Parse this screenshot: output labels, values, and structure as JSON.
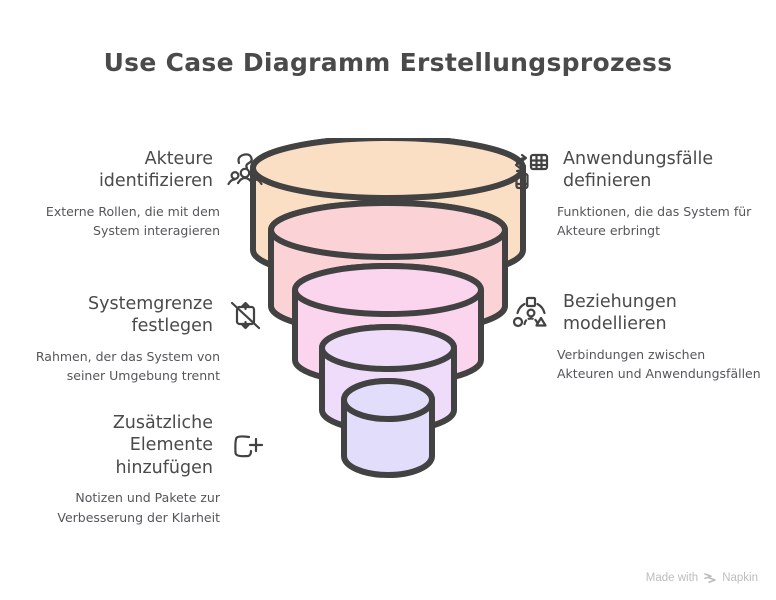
{
  "title": "Use Case Diagramm Erstellungsprozess",
  "theme": {
    "background": "#ffffff",
    "outline": "#424242",
    "title_color": "#4a4a4a",
    "text_color": "#4a4a4a",
    "desc_color": "#56565a",
    "footer_color": "#bdbdbd"
  },
  "steps": {
    "left": [
      {
        "heading": "Akteure\nidentifizieren",
        "heading_line1": "Akteure",
        "heading_line2": "identifizieren",
        "description": "Externe Rollen, die mit dem System interagieren",
        "icon": "users-group-icon"
      },
      {
        "heading_line1": "Systemgrenze",
        "heading_line2": "festlegen",
        "description": "Rahmen, der das System von seiner Umgebung trennt",
        "icon": "boundary-slash-icon"
      },
      {
        "heading_line1": "Zusätzliche",
        "heading_line2": "Elemente",
        "heading_line3": "hinzufügen",
        "description": "Notizen und Pakete zur Verbesserung der Klarheit",
        "icon": "note-plus-icon"
      }
    ],
    "right": [
      {
        "heading_line1": "Anwendungsfälle",
        "heading_line2": "definieren",
        "description": "Funktionen, die das System für Akteure erbringt",
        "icon": "usecase-table-icon"
      },
      {
        "heading_line1": "Beziehungen",
        "heading_line2": "modellieren",
        "description": "Verbindungen zwischen Akteuren und Anwendungsfällen",
        "icon": "relations-icon"
      }
    ]
  },
  "funnel": {
    "layers": [
      {
        "name": "akteure-layer",
        "fill": "#FBDFC4"
      },
      {
        "name": "anwendungsfaelle-layer",
        "fill": "#FBD3D6"
      },
      {
        "name": "systemgrenze-layer",
        "fill": "#FBD4EE"
      },
      {
        "name": "beziehungen-layer",
        "fill": "#EFDCFA"
      },
      {
        "name": "zusaetzliche-layer",
        "fill": "#E1DDFA"
      }
    ]
  },
  "footer": {
    "text": "Made with",
    "brand": "Napkin"
  }
}
